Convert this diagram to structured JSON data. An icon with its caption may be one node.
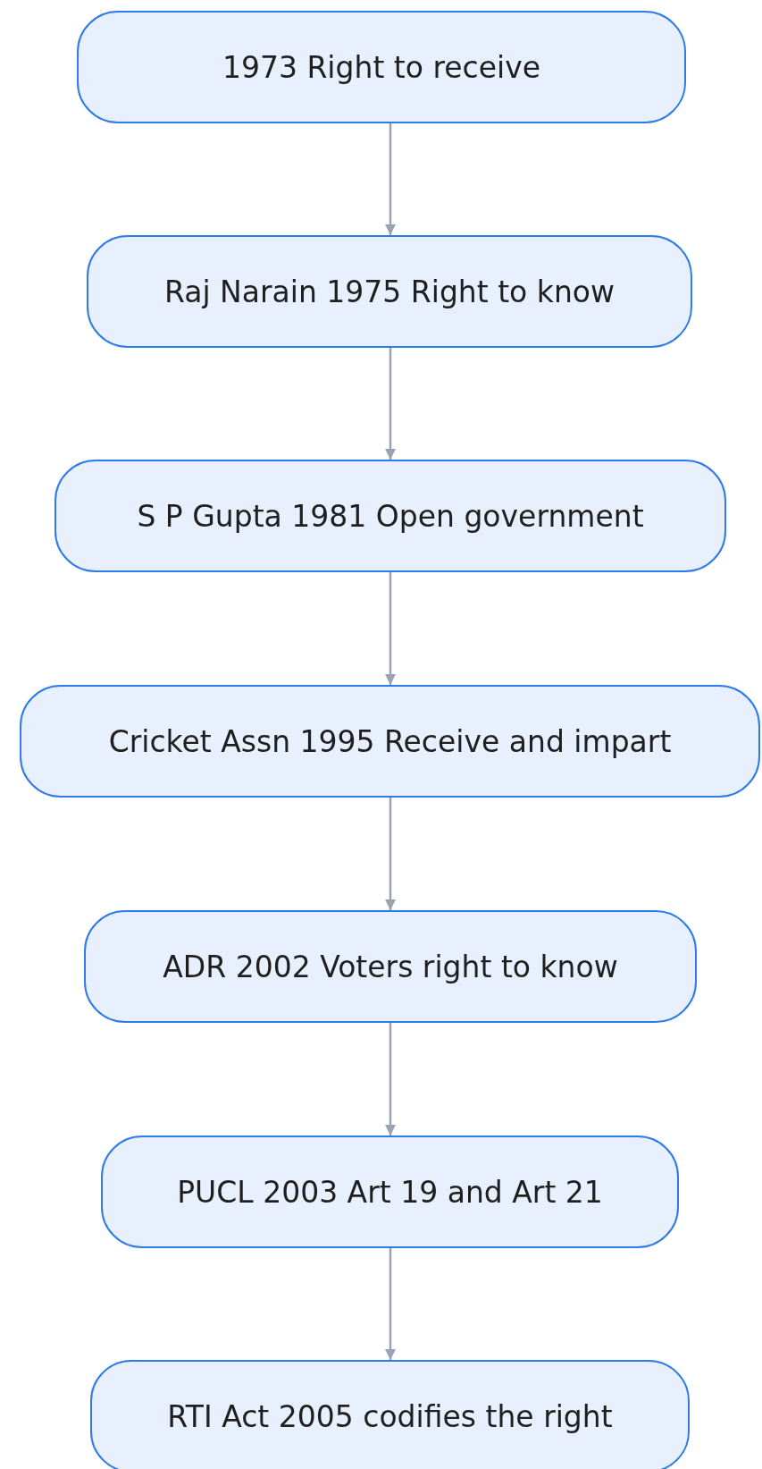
{
  "diagram": {
    "nodes": [
      {
        "text": [
          "1973 Right to receive"
        ]
      },
      {
        "text": [
          "Raj Narain 1975 Right to know"
        ]
      },
      {
        "text": [
          "S P Gupta 1981 Open government"
        ]
      },
      {
        "text": [
          "Cricket Assn 1995 Receive and impart"
        ]
      },
      {
        "text": [
          "ADR 2002 Voters right to know"
        ]
      },
      {
        "text": [
          "PUCL 2003 Art 19 and Art 21"
        ]
      },
      {
        "text": [
          "RTI Act 2005 codifies the right"
        ]
      }
    ],
    "edges": [
      {
        "from": 0,
        "to": 1,
        "arrow": "to"
      },
      {
        "from": 1,
        "to": 2,
        "arrow": "to"
      },
      {
        "from": 2,
        "to": 3,
        "arrow": "to"
      },
      {
        "from": 3,
        "to": 4,
        "arrow": "to"
      },
      {
        "from": 4,
        "to": 5,
        "arrow": "to"
      },
      {
        "from": 5,
        "to": 6,
        "arrow": "to"
      }
    ]
  }
}
